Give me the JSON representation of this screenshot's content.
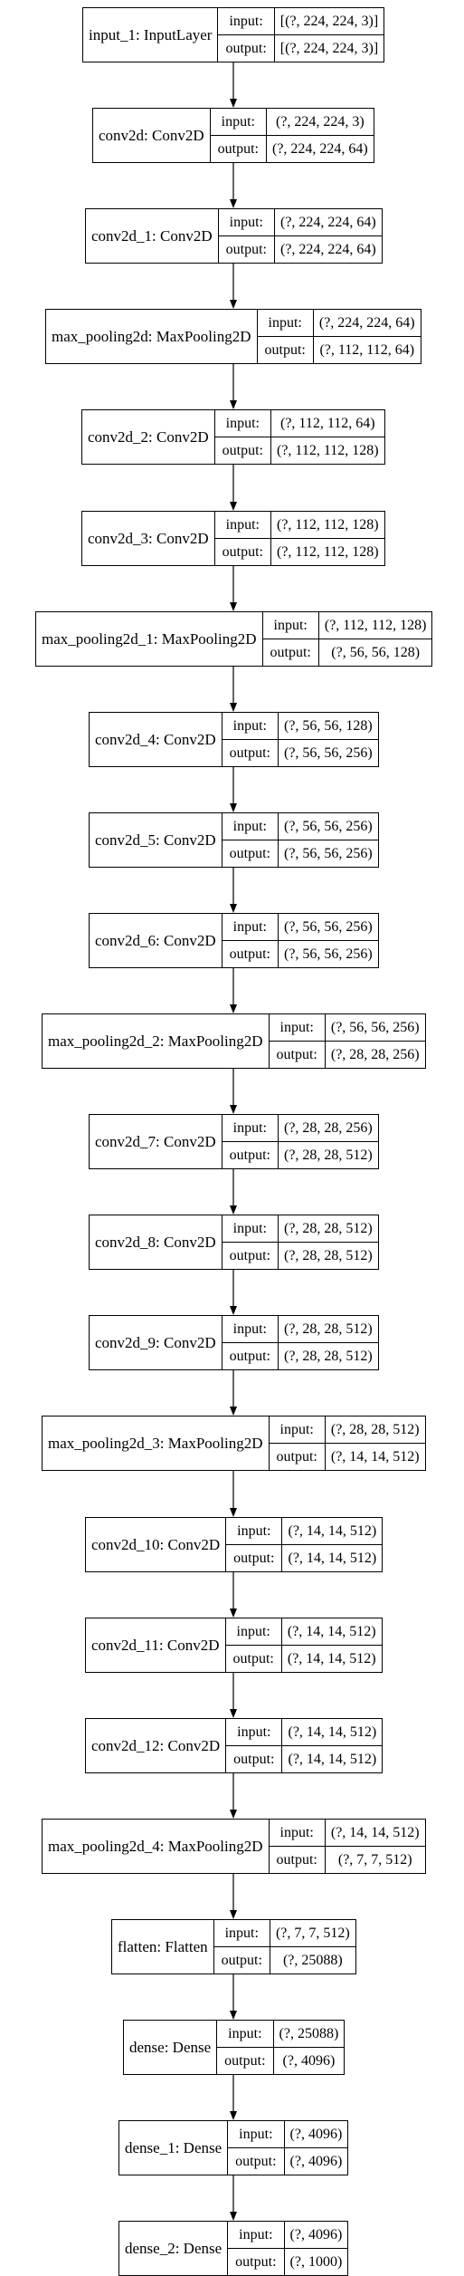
{
  "layers": [
    {
      "name": "input_1: InputLayer",
      "input_label": "input:",
      "output_label": "output:",
      "input": "[(?, 224, 224, 3)]",
      "output": "[(?, 224, 224, 3)]"
    },
    {
      "name": "conv2d: Conv2D",
      "input_label": "input:",
      "output_label": "output:",
      "input": "(?, 224, 224, 3)",
      "output": "(?, 224, 224, 64)"
    },
    {
      "name": "conv2d_1: Conv2D",
      "input_label": "input:",
      "output_label": "output:",
      "input": "(?, 224, 224, 64)",
      "output": "(?, 224, 224, 64)"
    },
    {
      "name": "max_pooling2d: MaxPooling2D",
      "input_label": "input:",
      "output_label": "output:",
      "input": "(?, 224, 224, 64)",
      "output": "(?, 112, 112, 64)"
    },
    {
      "name": "conv2d_2: Conv2D",
      "input_label": "input:",
      "output_label": "output:",
      "input": "(?, 112, 112, 64)",
      "output": "(?, 112, 112, 128)"
    },
    {
      "name": "conv2d_3: Conv2D",
      "input_label": "input:",
      "output_label": "output:",
      "input": "(?, 112, 112, 128)",
      "output": "(?, 112, 112, 128)"
    },
    {
      "name": "max_pooling2d_1: MaxPooling2D",
      "input_label": "input:",
      "output_label": "output:",
      "input": "(?, 112, 112, 128)",
      "output": "(?, 56, 56, 128)"
    },
    {
      "name": "conv2d_4: Conv2D",
      "input_label": "input:",
      "output_label": "output:",
      "input": "(?, 56, 56, 128)",
      "output": "(?, 56, 56, 256)"
    },
    {
      "name": "conv2d_5: Conv2D",
      "input_label": "input:",
      "output_label": "output:",
      "input": "(?, 56, 56, 256)",
      "output": "(?, 56, 56, 256)"
    },
    {
      "name": "conv2d_6: Conv2D",
      "input_label": "input:",
      "output_label": "output:",
      "input": "(?, 56, 56, 256)",
      "output": "(?, 56, 56, 256)"
    },
    {
      "name": "max_pooling2d_2: MaxPooling2D",
      "input_label": "input:",
      "output_label": "output:",
      "input": "(?, 56, 56, 256)",
      "output": "(?, 28, 28, 256)"
    },
    {
      "name": "conv2d_7: Conv2D",
      "input_label": "input:",
      "output_label": "output:",
      "input": "(?, 28, 28, 256)",
      "output": "(?, 28, 28, 512)"
    },
    {
      "name": "conv2d_8: Conv2D",
      "input_label": "input:",
      "output_label": "output:",
      "input": "(?, 28, 28, 512)",
      "output": "(?, 28, 28, 512)"
    },
    {
      "name": "conv2d_9: Conv2D",
      "input_label": "input:",
      "output_label": "output:",
      "input": "(?, 28, 28, 512)",
      "output": "(?, 28, 28, 512)"
    },
    {
      "name": "max_pooling2d_3: MaxPooling2D",
      "input_label": "input:",
      "output_label": "output:",
      "input": "(?, 28, 28, 512)",
      "output": "(?, 14, 14, 512)"
    },
    {
      "name": "conv2d_10: Conv2D",
      "input_label": "input:",
      "output_label": "output:",
      "input": "(?, 14, 14, 512)",
      "output": "(?, 14, 14, 512)"
    },
    {
      "name": "conv2d_11: Conv2D",
      "input_label": "input:",
      "output_label": "output:",
      "input": "(?, 14, 14, 512)",
      "output": "(?, 14, 14, 512)"
    },
    {
      "name": "conv2d_12: Conv2D",
      "input_label": "input:",
      "output_label": "output:",
      "input": "(?, 14, 14, 512)",
      "output": "(?, 14, 14, 512)"
    },
    {
      "name": "max_pooling2d_4: MaxPooling2D",
      "input_label": "input:",
      "output_label": "output:",
      "input": "(?, 14, 14, 512)",
      "output": "(?, 7, 7, 512)"
    },
    {
      "name": "flatten: Flatten",
      "input_label": "input:",
      "output_label": "output:",
      "input": "(?, 7, 7, 512)",
      "output": "(?, 25088)"
    },
    {
      "name": "dense: Dense",
      "input_label": "input:",
      "output_label": "output:",
      "input": "(?, 25088)",
      "output": "(?, 4096)"
    },
    {
      "name": "dense_1: Dense",
      "input_label": "input:",
      "output_label": "output:",
      "input": "(?, 4096)",
      "output": "(?, 4096)"
    },
    {
      "name": "dense_2: Dense",
      "input_label": "input:",
      "output_label": "output:",
      "input": "(?, 4096)",
      "output": "(?, 1000)"
    }
  ]
}
